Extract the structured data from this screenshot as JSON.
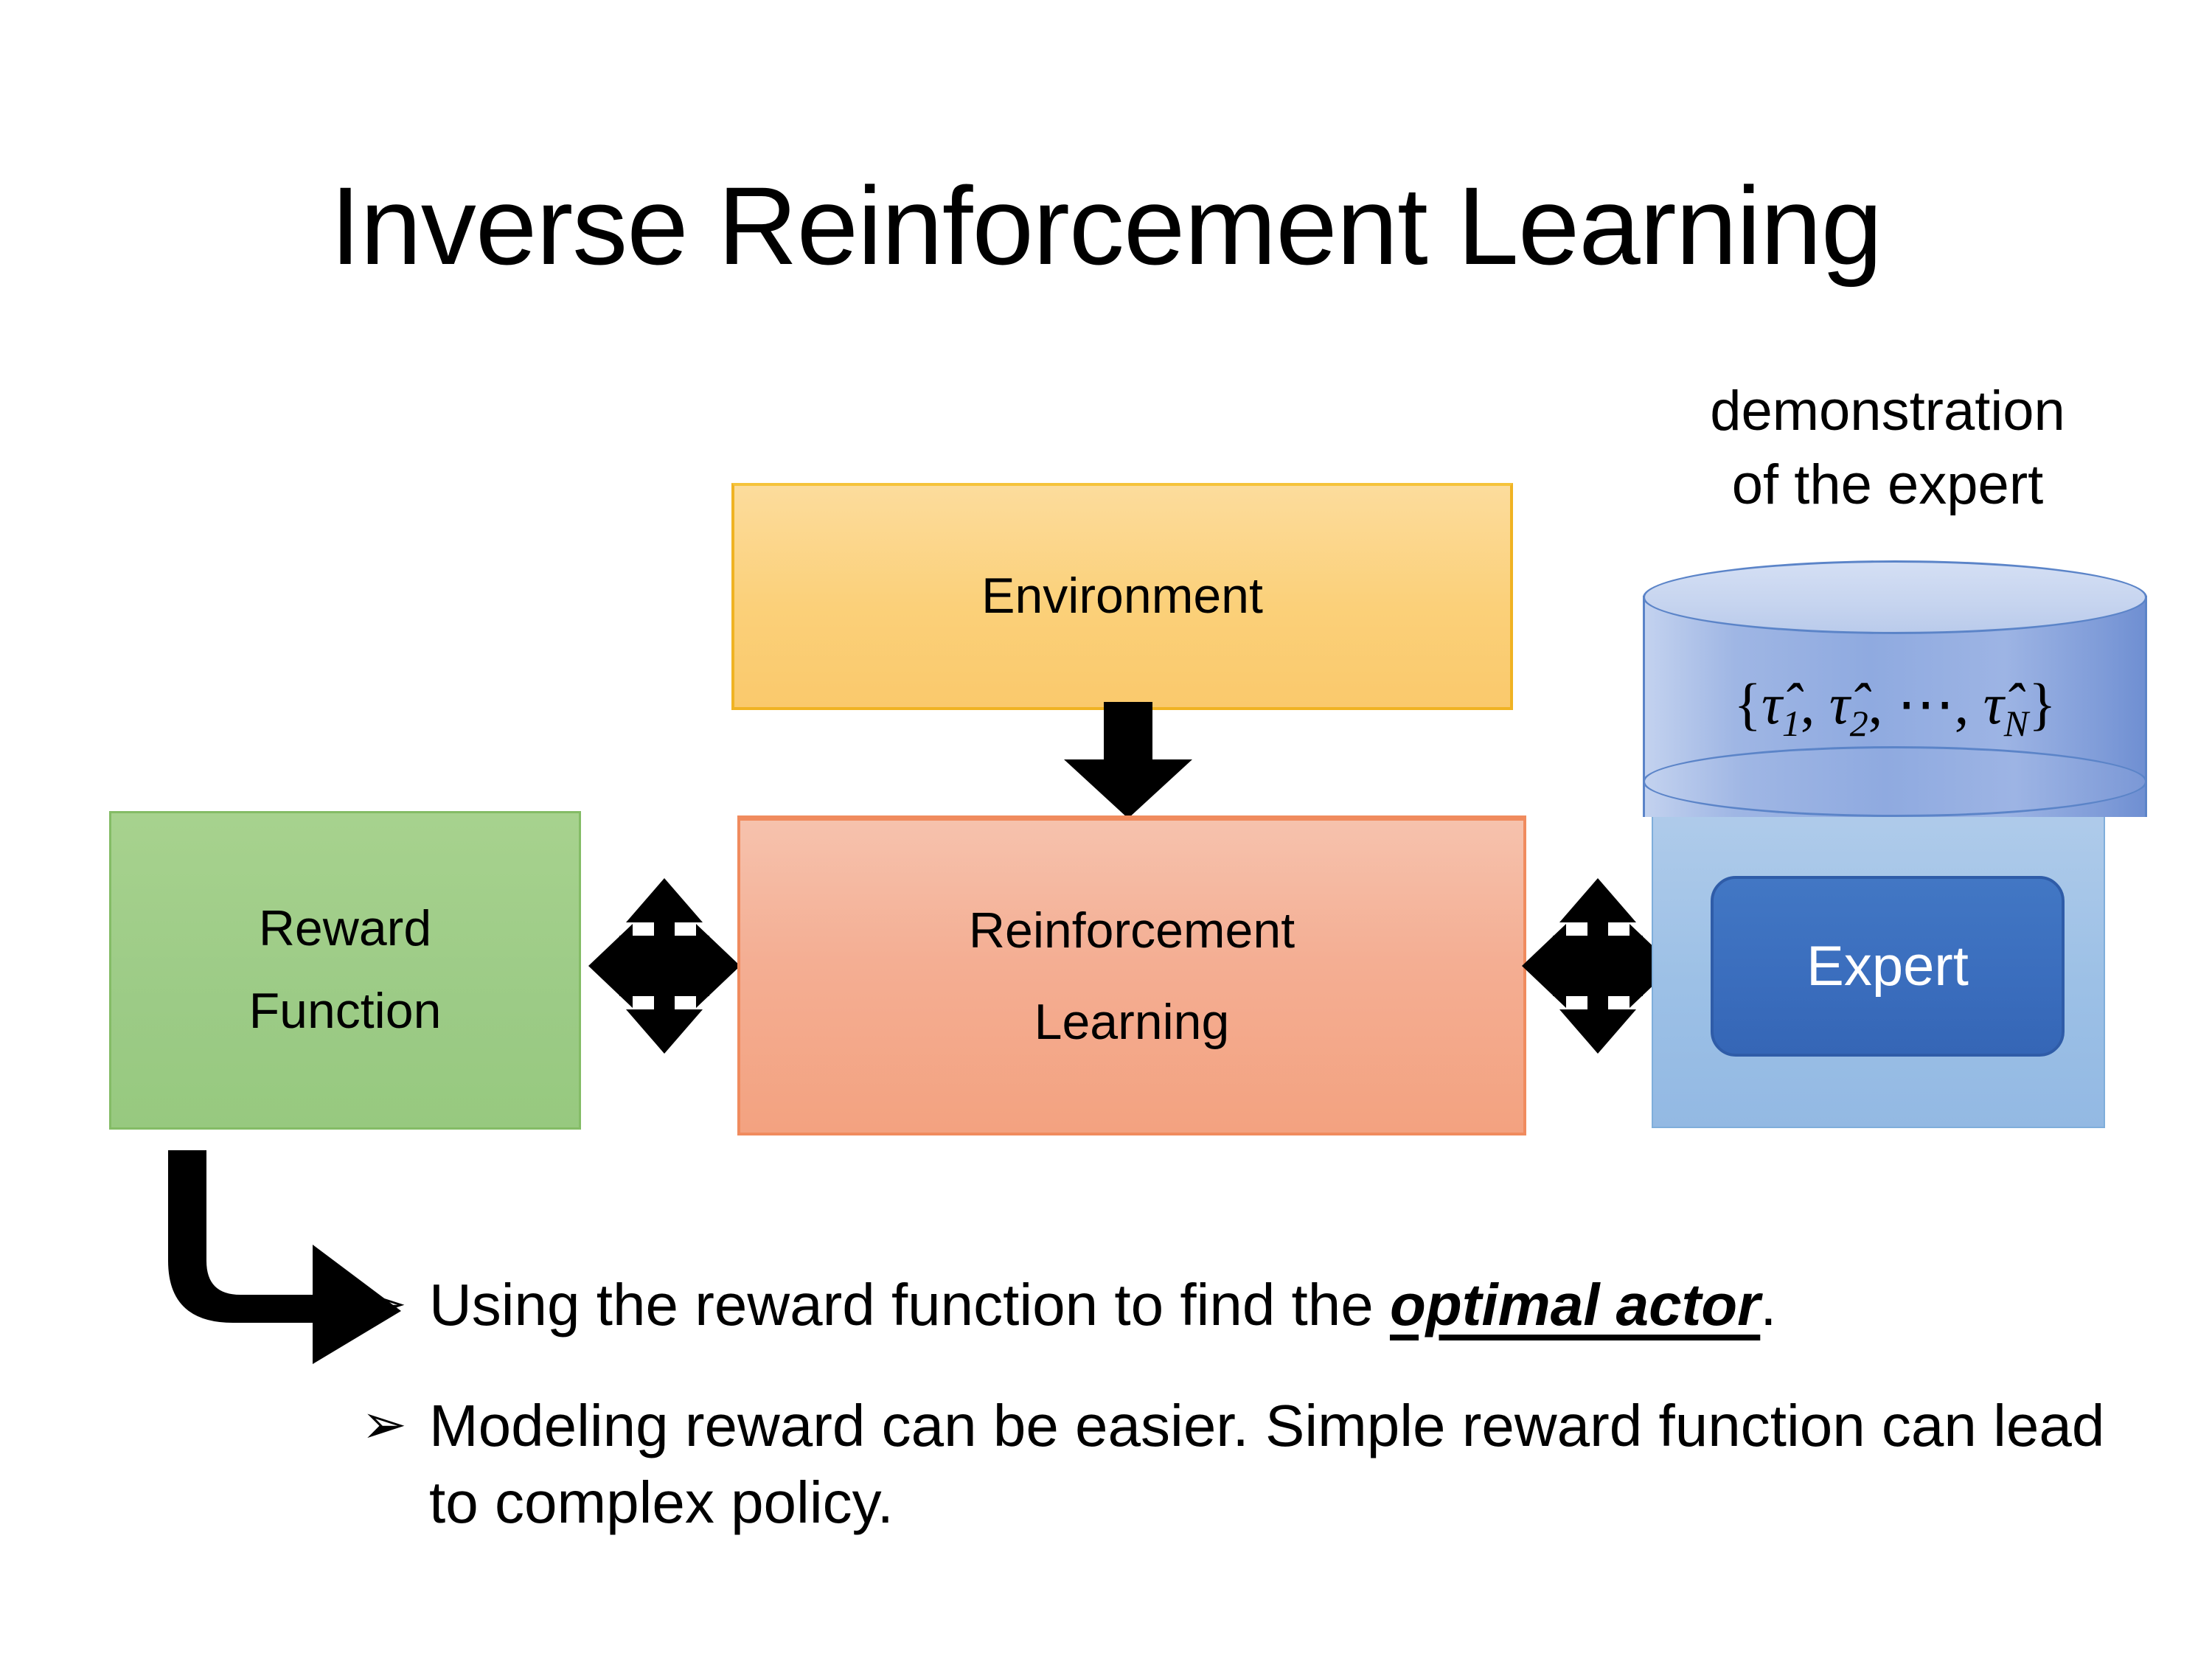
{
  "slide": {
    "title": "Inverse Reinforcement Learning",
    "background_color": "#FFFFFF"
  },
  "diagram": {
    "environment": {
      "label": "Environment",
      "fill_color": "#FBD079",
      "border_color": "#F0B323"
    },
    "reward_function": {
      "label_line1": "Reward",
      "label_line2": "Function",
      "fill_color": "#9CCB86",
      "border_color": "#84BC66"
    },
    "reinforcement_learning": {
      "label_line1": "Reinforcement",
      "label_line2": "Learning",
      "fill_color": "#F4AE93",
      "border_color": "#F08B5E"
    },
    "demonstration": {
      "caption_line1": "demonstration",
      "caption_line2": "of the expert",
      "cylinder_open": "{",
      "cylinder_tau1": "τ̂",
      "cylinder_sub1": "1",
      "cylinder_sep1": ", ",
      "cylinder_tau2": "τ̂",
      "cylinder_sub2": "2",
      "cylinder_sep2": ", ⋯, ",
      "cylinder_tauN": "τ̂",
      "cylinder_subN": "N",
      "cylinder_close": "}",
      "cylinder_fill_color": "#8FAAE0",
      "cylinder_border_color": "#5B84C8"
    },
    "expert": {
      "label": "Expert",
      "panel_fill_color": "#9CC0E6",
      "box_fill_color": "#3A6DBD",
      "text_color": "#FFFFFF"
    },
    "arrows": {
      "environment_to_rl": "down-block-arrow",
      "reward_to_rl": "quad-arrow",
      "rl_to_expert": "quad-arrow",
      "reward_to_bullets": "bent-elbow-arrow",
      "color": "#000000"
    }
  },
  "bullets": {
    "marker": "➢",
    "items": [
      {
        "prefix": "Using the reward function to find the ",
        "emphasis": "optimal actor",
        "suffix": "."
      },
      {
        "prefix": "Modeling reward can be easier. Simple reward function can lead to complex policy.",
        "emphasis": "",
        "suffix": ""
      }
    ]
  }
}
